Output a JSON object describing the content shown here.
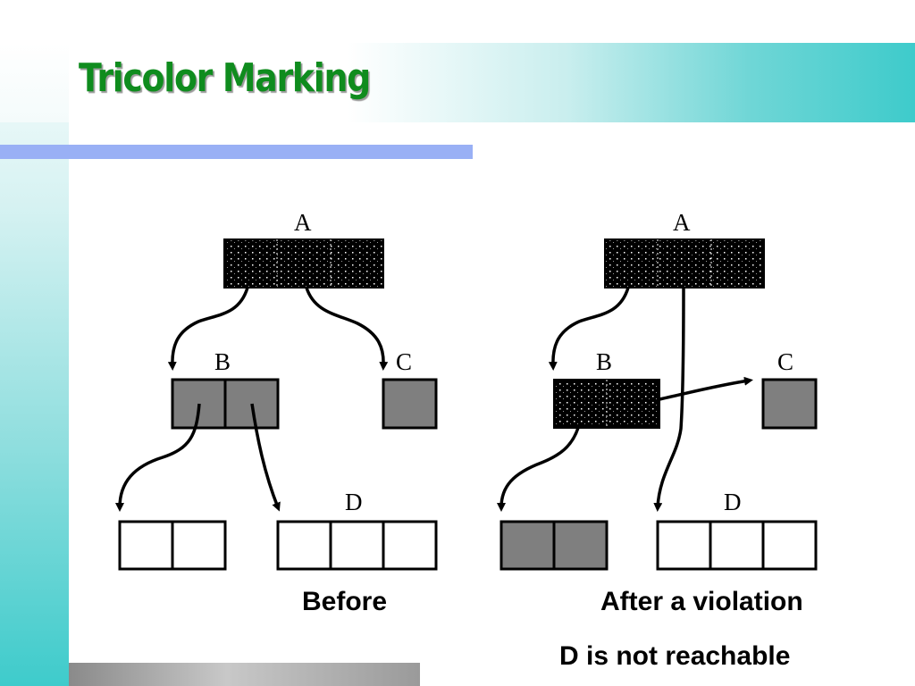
{
  "slide": {
    "title": "Tricolor Marking"
  },
  "diagrams": {
    "before": {
      "caption": "Before",
      "labels": {
        "a": "A",
        "b": "B",
        "c": "C",
        "d": "D"
      }
    },
    "after": {
      "caption": "After a violation",
      "note": "D is not  reachable",
      "labels": {
        "a": "A",
        "b": "B",
        "c": "C",
        "d": "D"
      }
    }
  },
  "colors": {
    "title": "#0f8c1e",
    "black_node": "#000000",
    "grey_node": "#7f7f7f",
    "white_node": "#ffffff",
    "accent_rule": "#99b0f5",
    "teal_band": "#3ecbcb"
  }
}
